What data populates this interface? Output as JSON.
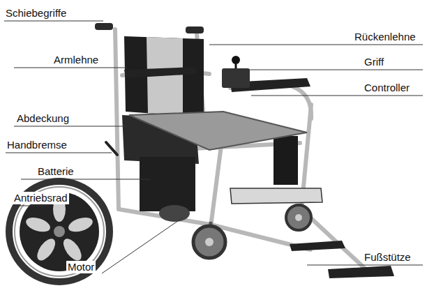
{
  "diagram": {
    "labels": [
      "Schiebegriffe",
      "Rückenlehne",
      "Griff",
      "Armlehne",
      "Controller",
      "Abdeckung",
      "Handbremse",
      "Batterie",
      "Antriebsrad",
      "Motor",
      "Fußstütze"
    ]
  }
}
